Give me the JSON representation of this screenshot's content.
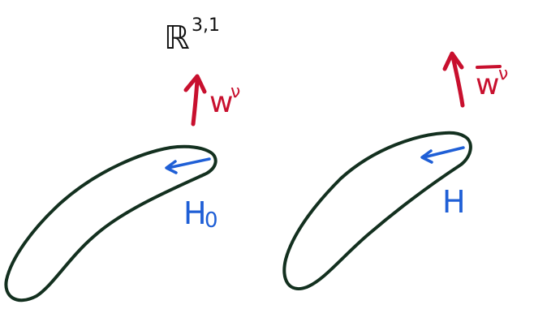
{
  "space_label": {
    "base": "ℝ",
    "superscript": "3,1"
  },
  "left_panel": {
    "vector_label": "w",
    "vector_superscript": "ν",
    "shape_label_base": "H",
    "shape_label_subscript": "0"
  },
  "right_panel": {
    "vector_label": "w",
    "vector_superscript": "ν",
    "vector_overline": true,
    "shape_label": "H"
  },
  "colors": {
    "outline": "#13301f",
    "black_text": "#111111",
    "vector_red": "#c8102e",
    "normal_blue": "#1f5fd6"
  }
}
